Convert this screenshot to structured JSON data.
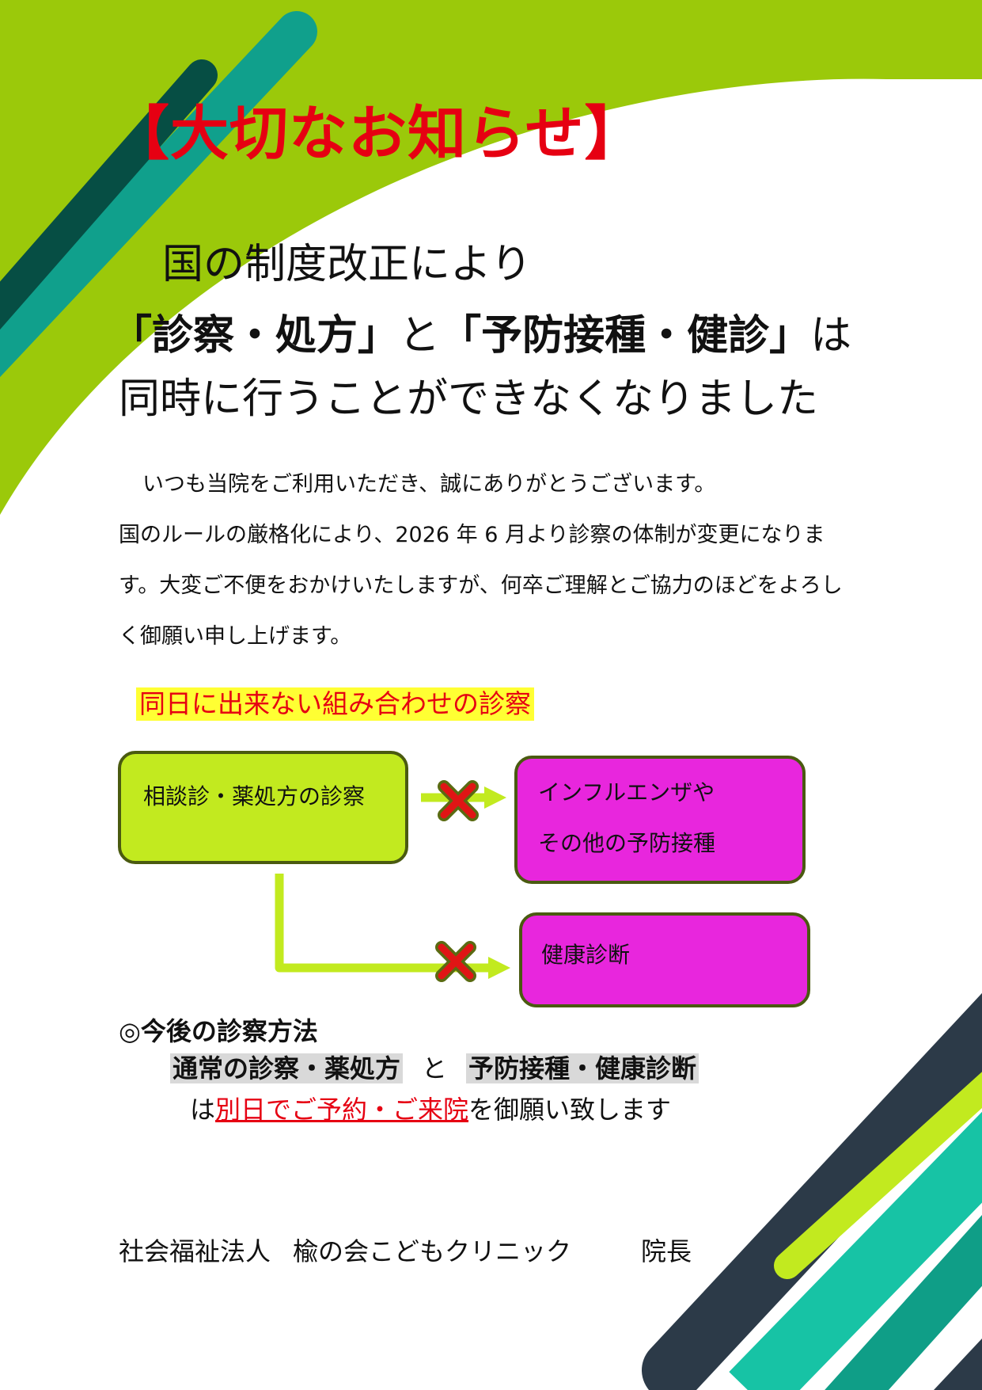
{
  "notice": {
    "title": "【大切なお知らせ】",
    "headline": {
      "line1": "国の制度改正により",
      "line2_q1_open": "「",
      "line2_q1_text": "診察・処方",
      "line2_q1_close": "」",
      "line2_connector": "と",
      "line2_q2_open": "「",
      "line2_q2_text": "予防接種・健診",
      "line2_q2_close": "」",
      "line2_suffix": "は",
      "line3": "同時に行うことができなくなりました"
    },
    "body": {
      "line1": "いつも当院をご利用いただき、誠にありがとうございます。",
      "line2": "国のルールの厳格化により、2026 年 6 月より診察の体制が変更になりま",
      "line3": "す。大変ご不便をおかけいたしますが、何卒ご理解とご協力のほどをよろし",
      "line4": "く御願い申し上げます。"
    },
    "combo_heading": "同日に出来ない組み合わせの診察",
    "diagram": {
      "source_box": "相談診・薬処方の診察",
      "target1_line1": "インフルエンザや",
      "target1_line2": "その他の予防接種",
      "target2": "健康診断"
    },
    "method": {
      "title": "◎今後の診察方法",
      "item1": "通常の診察・薬処方",
      "connector": "と",
      "item2": "予防接種・健康診断",
      "line3_prefix": "は",
      "line3_emphasis": "別日でご予約・ご来院",
      "line3_suffix": "を御願い致します"
    },
    "footer": {
      "org": "社会福祉法人",
      "clinic": "楡の会こどもクリニック",
      "role": "院長"
    }
  },
  "colors": {
    "lime": "#9bc90a",
    "teal": "#10a08c",
    "dark_teal": "#064e44",
    "navy": "#2c3a48",
    "title_red": "#e60012",
    "box_green": "#c2ea1f",
    "box_pink": "#e826dd",
    "highlight_yellow": "#ffff33"
  }
}
